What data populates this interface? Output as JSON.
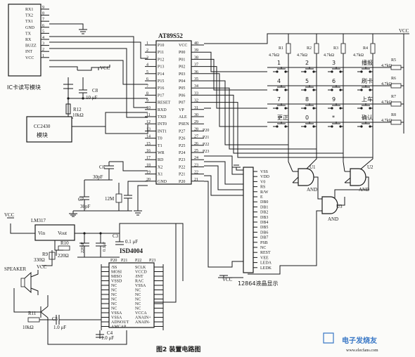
{
  "mcu": {
    "name": "AT89S52",
    "left_pins": [
      {
        "num": "1",
        "label": "P10"
      },
      {
        "num": "2",
        "label": "P11"
      },
      {
        "num": "3",
        "label": "P12"
      },
      {
        "num": "4",
        "label": "P13"
      },
      {
        "num": "5",
        "label": "P14"
      },
      {
        "num": "6",
        "label": "P15"
      },
      {
        "num": "7",
        "label": "P16"
      },
      {
        "num": "8",
        "label": "P17"
      },
      {
        "num": "9",
        "label": "RESET"
      },
      {
        "num": "10",
        "label": "RXD"
      },
      {
        "num": "11",
        "label": "TXD"
      },
      {
        "num": "12",
        "label": "INT0"
      },
      {
        "num": "13",
        "label": "INT1"
      },
      {
        "num": "14",
        "label": "T0"
      },
      {
        "num": "15",
        "label": "T1"
      },
      {
        "num": "16",
        "label": "WR"
      },
      {
        "num": "17",
        "label": "RD"
      },
      {
        "num": "18",
        "label": "X2"
      },
      {
        "num": "19",
        "label": "X1"
      },
      {
        "num": "20",
        "label": "GND"
      }
    ],
    "right_pins": [
      {
        "num": "40",
        "label": "VCC"
      },
      {
        "num": "39",
        "label": "P00"
      },
      {
        "num": "38",
        "label": "P01"
      },
      {
        "num": "37",
        "label": "P02"
      },
      {
        "num": "36",
        "label": "P03"
      },
      {
        "num": "35",
        "label": "P04"
      },
      {
        "num": "34",
        "label": "P05"
      },
      {
        "num": "33",
        "label": "P06"
      },
      {
        "num": "32",
        "label": "P07"
      },
      {
        "num": "31",
        "label": "VP"
      },
      {
        "num": "30",
        "label": "ALE"
      },
      {
        "num": "29",
        "label": "PSEN"
      },
      {
        "num": "28",
        "label": "P27"
      },
      {
        "num": "27",
        "label": "P26"
      },
      {
        "num": "26",
        "label": "P25"
      },
      {
        "num": "25",
        "label": "P24"
      },
      {
        "num": "24",
        "label": "P23"
      },
      {
        "num": "23",
        "label": "P22"
      },
      {
        "num": "22",
        "label": "P21"
      },
      {
        "num": "21",
        "label": "P20"
      }
    ],
    "net_labels": [
      "P20",
      "P21",
      "P22",
      "P23"
    ]
  },
  "card_reader": {
    "pins": [
      {
        "num": "9",
        "label": "RX1"
      },
      {
        "num": "8",
        "label": "TX2"
      },
      {
        "num": "7",
        "label": "TX1"
      },
      {
        "num": "6",
        "label": "GND"
      },
      {
        "num": "5",
        "label": "TX"
      },
      {
        "num": "4",
        "label": "RX"
      },
      {
        "num": "3",
        "label": "BUZZ"
      },
      {
        "num": "2",
        "label": "INT"
      },
      {
        "num": "1",
        "label": "VCC"
      }
    ],
    "title": "IC卡读写模块"
  },
  "zigbee": {
    "line1": "CC2430",
    "line2": "模块"
  },
  "reset": {
    "c8": "C8",
    "c8_val": "10 μF",
    "r12": "R12",
    "r12_val": "10kΩ"
  },
  "osc": {
    "c6": "C6",
    "c6_val": "30pF",
    "c7": "C7",
    "c7_val": "30pF",
    "xtal": "12M"
  },
  "supply": {
    "vcc": "VCC"
  },
  "keypad": {
    "resistors": [
      {
        "name": "R1",
        "val": "4.7kΩ"
      },
      {
        "name": "R2",
        "val": "4.7kΩ"
      },
      {
        "name": "R3",
        "val": "4.7kΩ"
      },
      {
        "name": "R4",
        "val": "4.7kΩ"
      },
      {
        "name": "R5",
        "val": "4.7kΩ"
      },
      {
        "name": "R6",
        "val": "4.7kΩ"
      },
      {
        "name": "R7",
        "val": "4.7kΩ"
      },
      {
        "name": "R8",
        "val": "4.7kΩ"
      }
    ],
    "keys": [
      [
        "1",
        "2",
        "3",
        "播报"
      ],
      [
        "4",
        "5",
        "6",
        "刷卡"
      ],
      [
        "7",
        "8",
        "9",
        "上车"
      ],
      [
        "更正",
        "0",
        "*",
        "确认"
      ]
    ]
  },
  "gates": [
    {
      "name": "U1",
      "type": "AND"
    },
    {
      "name": "U2",
      "type": "AND"
    },
    {
      "name": "U3",
      "type": "AND"
    }
  ],
  "lcd": {
    "pins": [
      "VSS",
      "VDD",
      "V0",
      "RS",
      "R/W",
      "E",
      "DB0",
      "DB1",
      "DB2",
      "DB3",
      "DB4",
      "DB5",
      "DB6",
      "DB7",
      "PSB",
      "NC",
      "REST",
      "VEE",
      "LEDA",
      "LEDK"
    ],
    "title": "12864液晶显示"
  },
  "regulator": {
    "name": "LM317",
    "vin": "Vin",
    "vout": "Vout"
  },
  "power": {
    "r9": "R9",
    "r9_val": "330Ω",
    "r10": "R10",
    "r10_val": "220Ω",
    "c1": "220μF",
    "c2": "0.1μF",
    "c3": "C3",
    "c3_val": "0.1 μF"
  },
  "audio": {
    "speaker": "SPEAKER",
    "r11": "R11",
    "r11_val": "10kΩ",
    "c5": "C5",
    "c5_val": "1.0 μF",
    "c_bottom": "1.0 μF",
    "c4": "C4",
    "c4_val": "1.0 μF"
  },
  "isd": {
    "name": "ISD4004",
    "left_pins": [
      "/SS",
      "MOSI",
      "MISO",
      "VSSD",
      "NC",
      "NC",
      "NC",
      "NC",
      "NC",
      "NC",
      "VSSA",
      "VSSA",
      "ADNOUT",
      "AMCAP"
    ],
    "right_pins": [
      "SCLK",
      "VCCD",
      "/INT",
      "RAC",
      "VSSA",
      "NC",
      "NC",
      "NC",
      "NC",
      "NC",
      "VCCA",
      "ANAIN+",
      "ANAIN-",
      ""
    ],
    "net_labels": [
      "P20",
      "P21",
      "P22",
      "P23"
    ]
  },
  "caption": "图2  装置电路图",
  "watermark": "电子发烧友"
}
